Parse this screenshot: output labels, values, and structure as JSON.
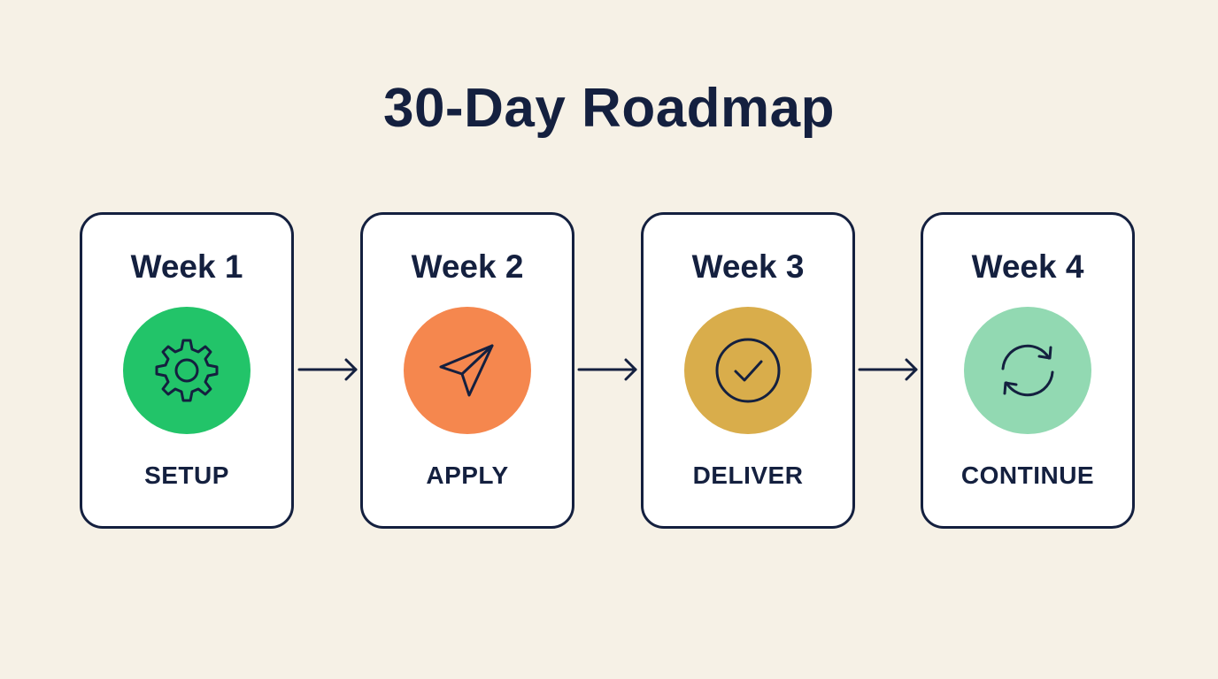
{
  "title": "30-Day Roadmap",
  "colors": {
    "background": "#f6f1e6",
    "ink": "#14203f",
    "card_bg": "#ffffff"
  },
  "steps": [
    {
      "week": "Week 1",
      "label": "SETUP",
      "icon": "gear-icon",
      "color": "#22c469"
    },
    {
      "week": "Week 2",
      "label": "APPLY",
      "icon": "paper-plane-icon",
      "color": "#f5874e"
    },
    {
      "week": "Week 3",
      "label": "DELIVER",
      "icon": "check-circle-icon",
      "color": "#d9ad4b"
    },
    {
      "week": "Week 4",
      "label": "CONTINUE",
      "icon": "refresh-icon",
      "color": "#92d9b2"
    }
  ]
}
